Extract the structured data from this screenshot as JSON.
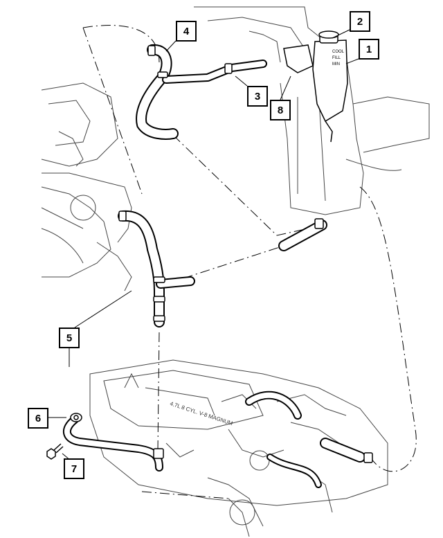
{
  "diagram": {
    "callouts": [
      {
        "id": "1",
        "label": "1"
      },
      {
        "id": "2",
        "label": "2"
      },
      {
        "id": "3",
        "label": "3"
      },
      {
        "id": "4",
        "label": "4"
      },
      {
        "id": "5",
        "label": "5"
      },
      {
        "id": "6",
        "label": "6"
      },
      {
        "id": "7",
        "label": "7"
      },
      {
        "id": "8",
        "label": "8"
      }
    ],
    "reservoir_cap_text": [
      "COOL",
      "FILL",
      "MIN"
    ],
    "engine_cover_text": "4.7L 8 CYL. V-8 MAGNUM",
    "colors": {
      "line": "#000000",
      "background": "#ffffff"
    }
  }
}
